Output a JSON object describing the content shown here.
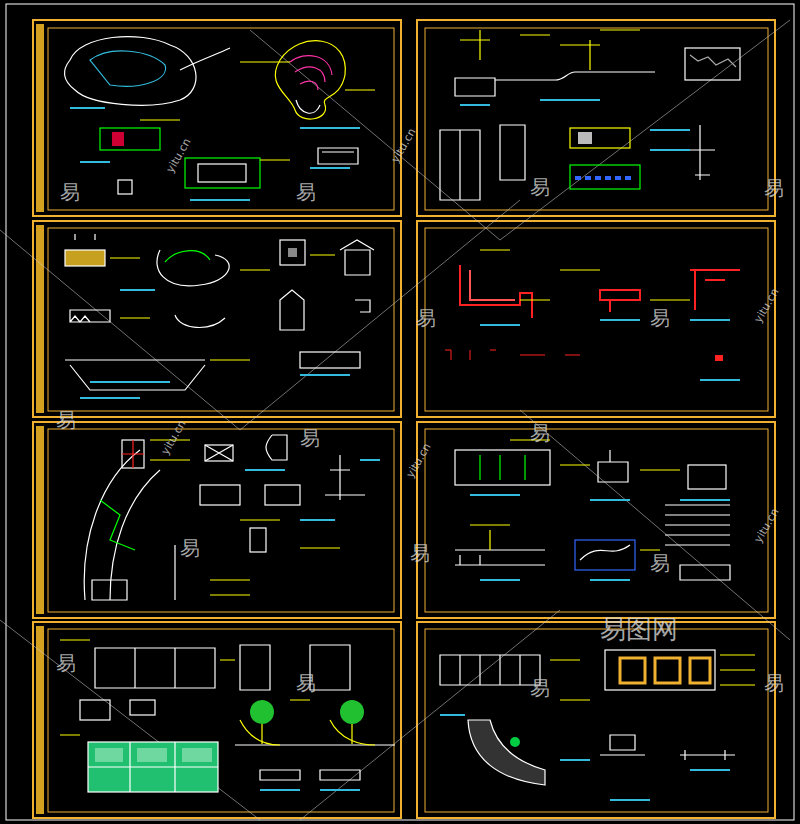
{
  "diagram": {
    "labels": [
      "易",
      "易",
      "易",
      "易",
      "易",
      "易",
      "易",
      "易",
      "易",
      "易",
      "易",
      "易",
      "易",
      "易",
      "易",
      "易",
      "yitu.cn",
      "yitu.cn",
      "yitu.cn",
      "yitu.cn",
      "yitu.cn",
      "yitu.cn",
      "易图网"
    ]
  }
}
